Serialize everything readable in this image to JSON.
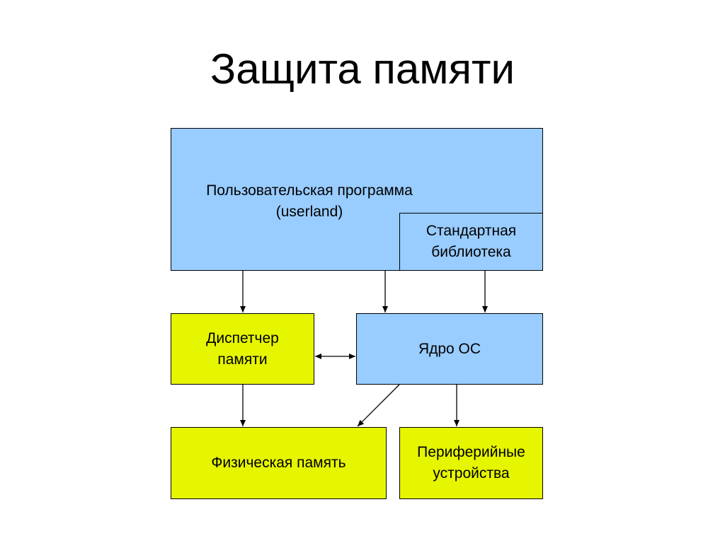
{
  "title": "Защита памяти",
  "boxes": {
    "user_program": "Пользовательская программа\n(userland)",
    "std_lib": "Стандартная\nбиблиотека",
    "mem_manager": "Диспетчер\nпамяти",
    "kernel": "Ядро ОС",
    "phys_mem": "Физическая память",
    "periph": "Периферийные\nустройства"
  },
  "colors": {
    "blue_box": "#99ccff",
    "yellow_box": "#e6f500",
    "border": "#000000"
  }
}
